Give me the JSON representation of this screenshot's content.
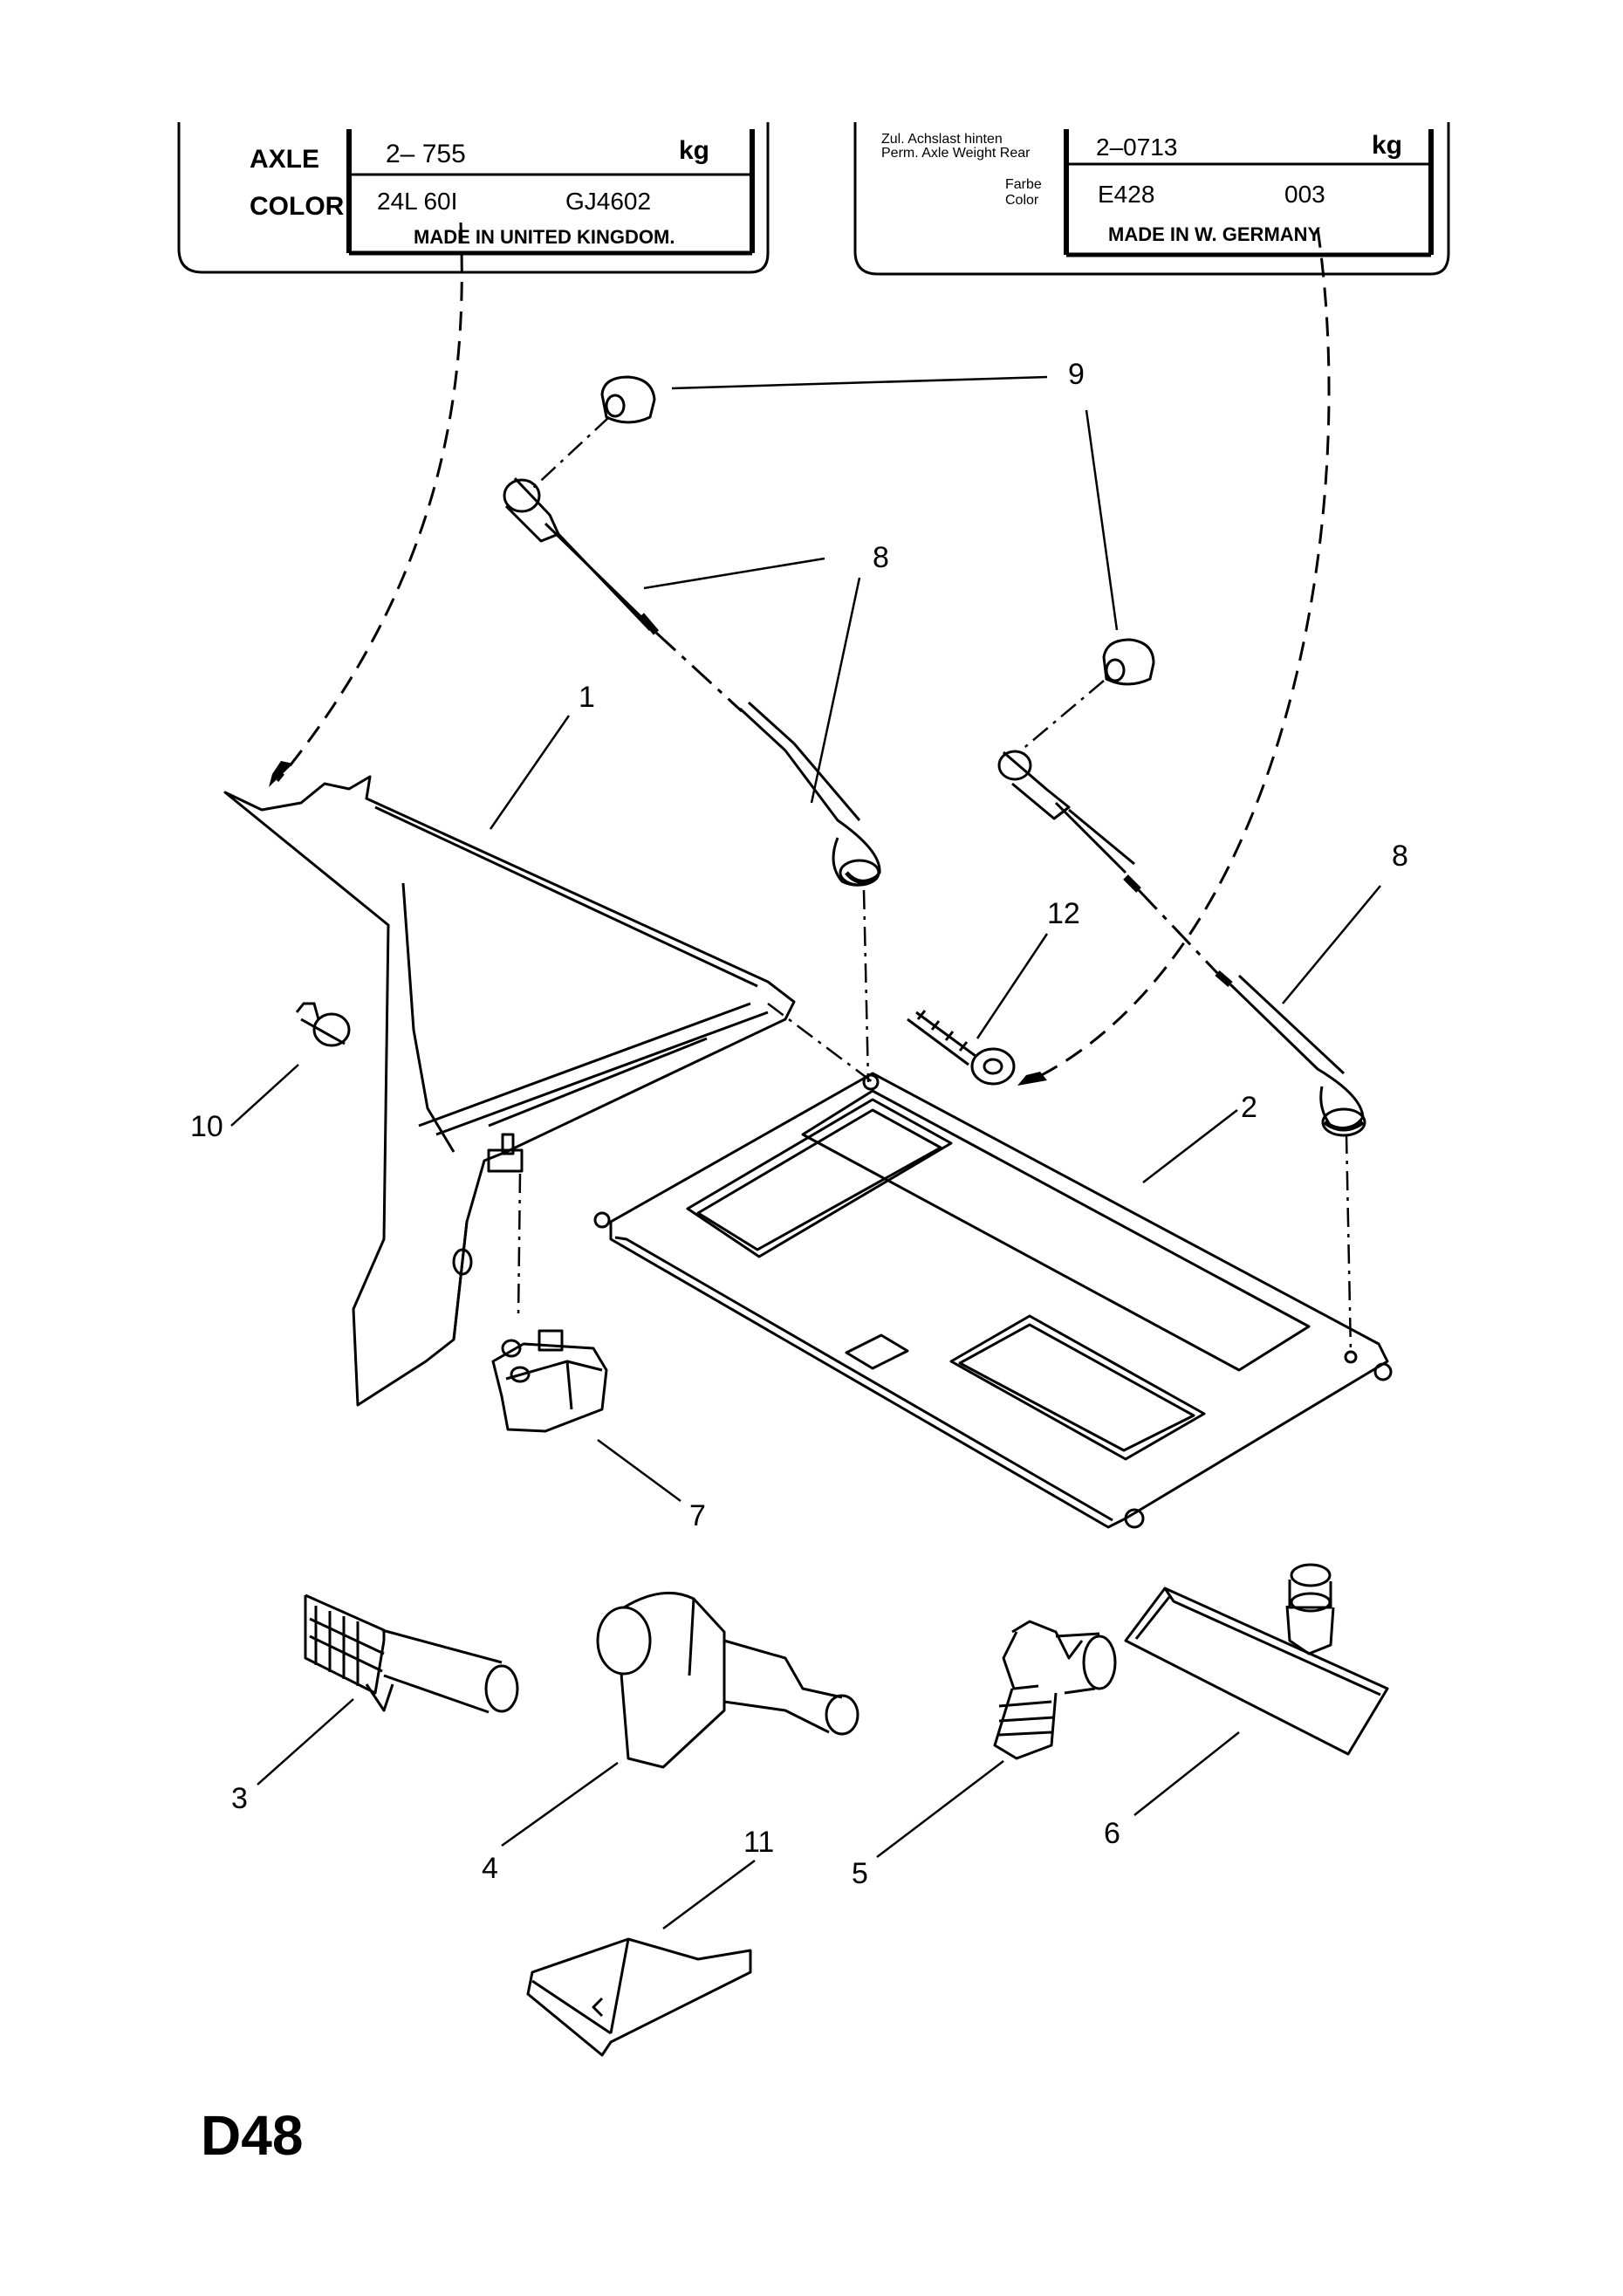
{
  "labels": {
    "left": {
      "axle_title": "AXLE",
      "axle_value": "2–  755",
      "axle_unit": "kg",
      "color_title": "COLOR",
      "color_code1": "24L 60I",
      "color_code2": "GJ4602",
      "origin": "MADE IN UNITED KINGDOM."
    },
    "right": {
      "axle_title_line1": "Zul. Achslast hinten",
      "axle_title_line2": "Perm. Axle Weight Rear",
      "axle_value": "2–0713",
      "axle_unit": "kg",
      "color_title_line1": "Farbe",
      "color_title_line2": "Color",
      "color_code1": "E428",
      "color_code2": "003",
      "origin": "MADE  IN  W.  GERMANY"
    }
  },
  "callouts": {
    "c1": "1",
    "c2": "2",
    "c3": "3",
    "c4": "4",
    "c5": "5",
    "c6": "6",
    "c7": "7",
    "c8": "8",
    "c9": "9",
    "c10": "10",
    "c11": "11",
    "c12": "12"
  },
  "page_code": "D48"
}
